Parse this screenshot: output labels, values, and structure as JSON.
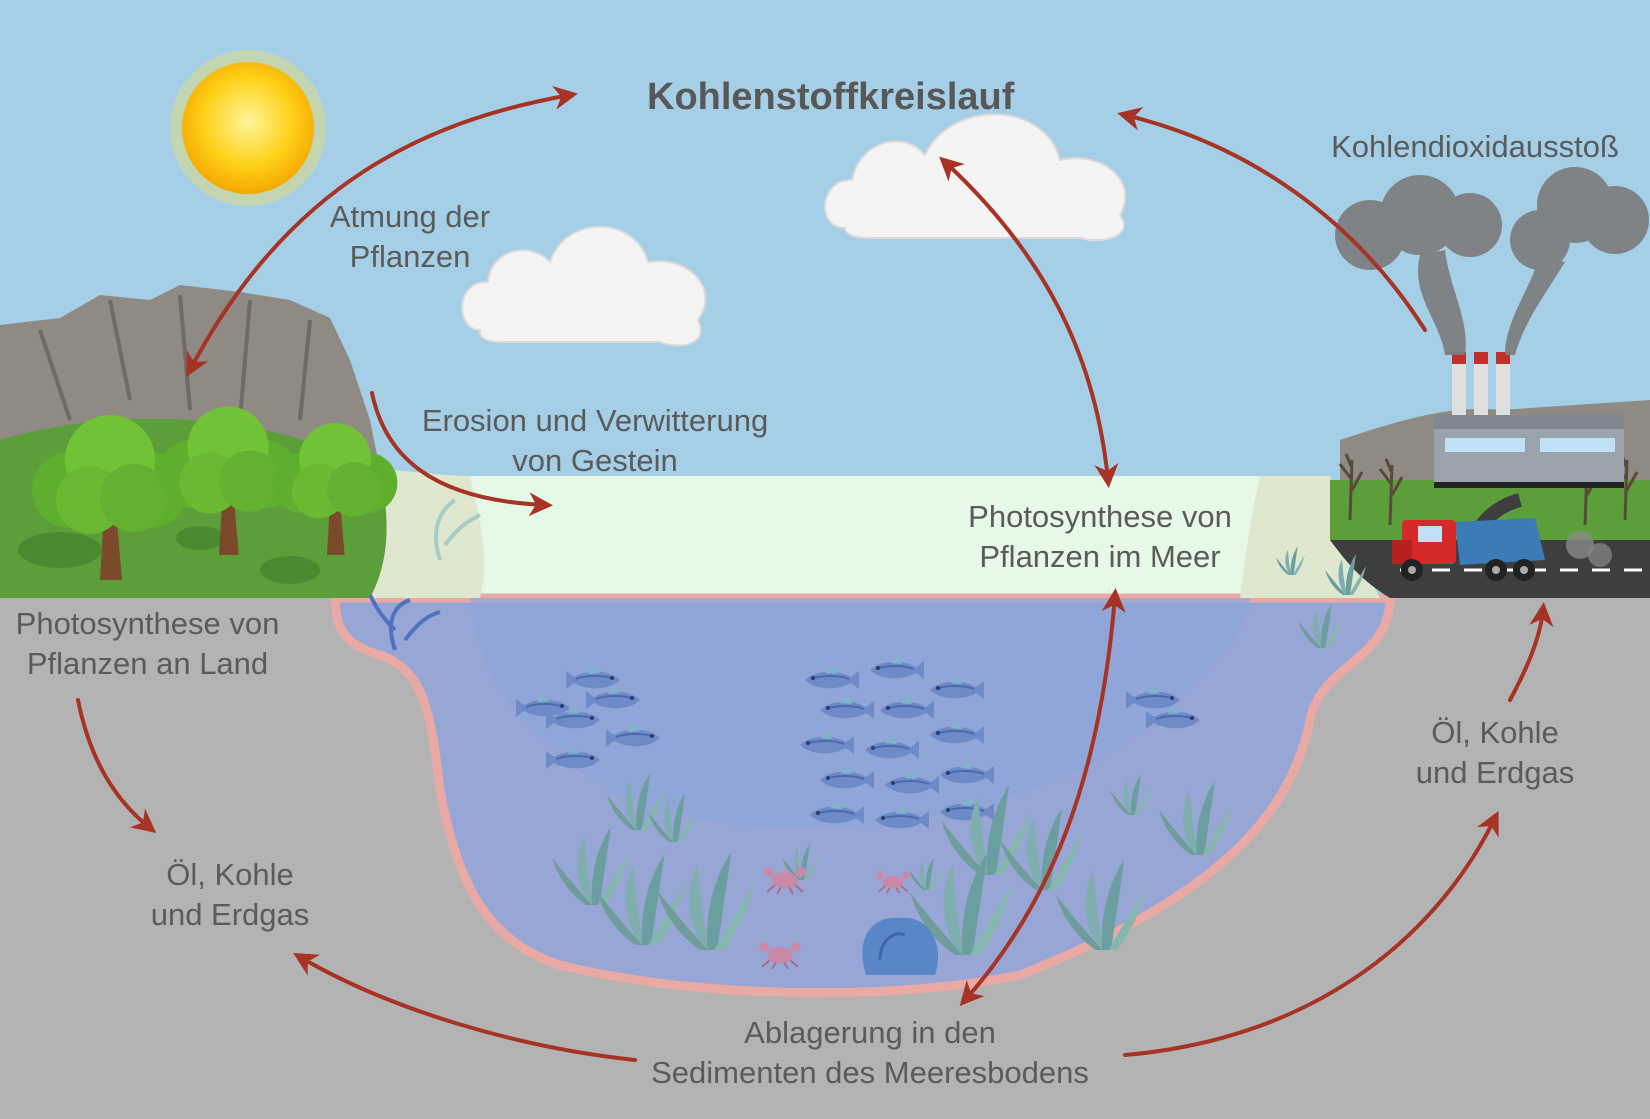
{
  "title": "Kohlenstoffkreislauf",
  "labels": {
    "respiration": [
      "Atmung der",
      "Pflanzen"
    ],
    "erosion": [
      "Erosion und Verwitterung",
      "von Gestein"
    ],
    "co2_emission": "Kohlendioxidausstoß",
    "photosynthesis_sea": [
      "Photosynthese von",
      "Pflanzen im Meer"
    ],
    "photosynthesis_land": [
      "Photosynthese von",
      "Pflanzen an Land"
    ],
    "fossil_left": [
      "Öl, Kohle",
      "und Erdgas"
    ],
    "fossil_right": [
      "Öl, Kohle",
      "und Erdgas"
    ],
    "sedimentation": [
      "Ablagerung in den",
      "Sedimenten des Meeresbodens"
    ]
  },
  "icons": [
    "sun-icon",
    "cloud-icon",
    "rock-cliff-icon",
    "tree-icon",
    "factory-icon",
    "smoke-icon",
    "truck-icon",
    "fish-icon",
    "seaweed-icon",
    "crab-icon",
    "coral-icon"
  ],
  "colors": {
    "sky": "#a4cfe6",
    "ground": "#b3b3b3",
    "water": "#9aa9d8",
    "shallow": "#e6f9e6",
    "arrow": "#a63324",
    "text": "#5b5b5b",
    "grass": "#5b9e3a"
  }
}
